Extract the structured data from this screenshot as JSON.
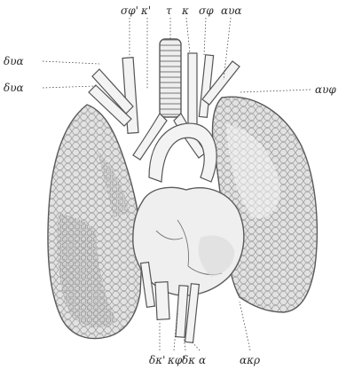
{
  "labels": {
    "top": [
      "σφ'",
      "κ'",
      "τ",
      "κ",
      "σφ",
      "αυα"
    ],
    "left_upper": "δυα",
    "left_lower": "δυα",
    "right": "αυφ",
    "bottom": [
      "δκ'",
      "κφ'",
      "δκ",
      "α",
      "ακρ"
    ]
  },
  "icons": {
    "left_lung": "left-lung-illustration",
    "right_lung": "right-lung-illustration",
    "heart": "heart-illustration",
    "trachea": "trachea-illustration"
  }
}
